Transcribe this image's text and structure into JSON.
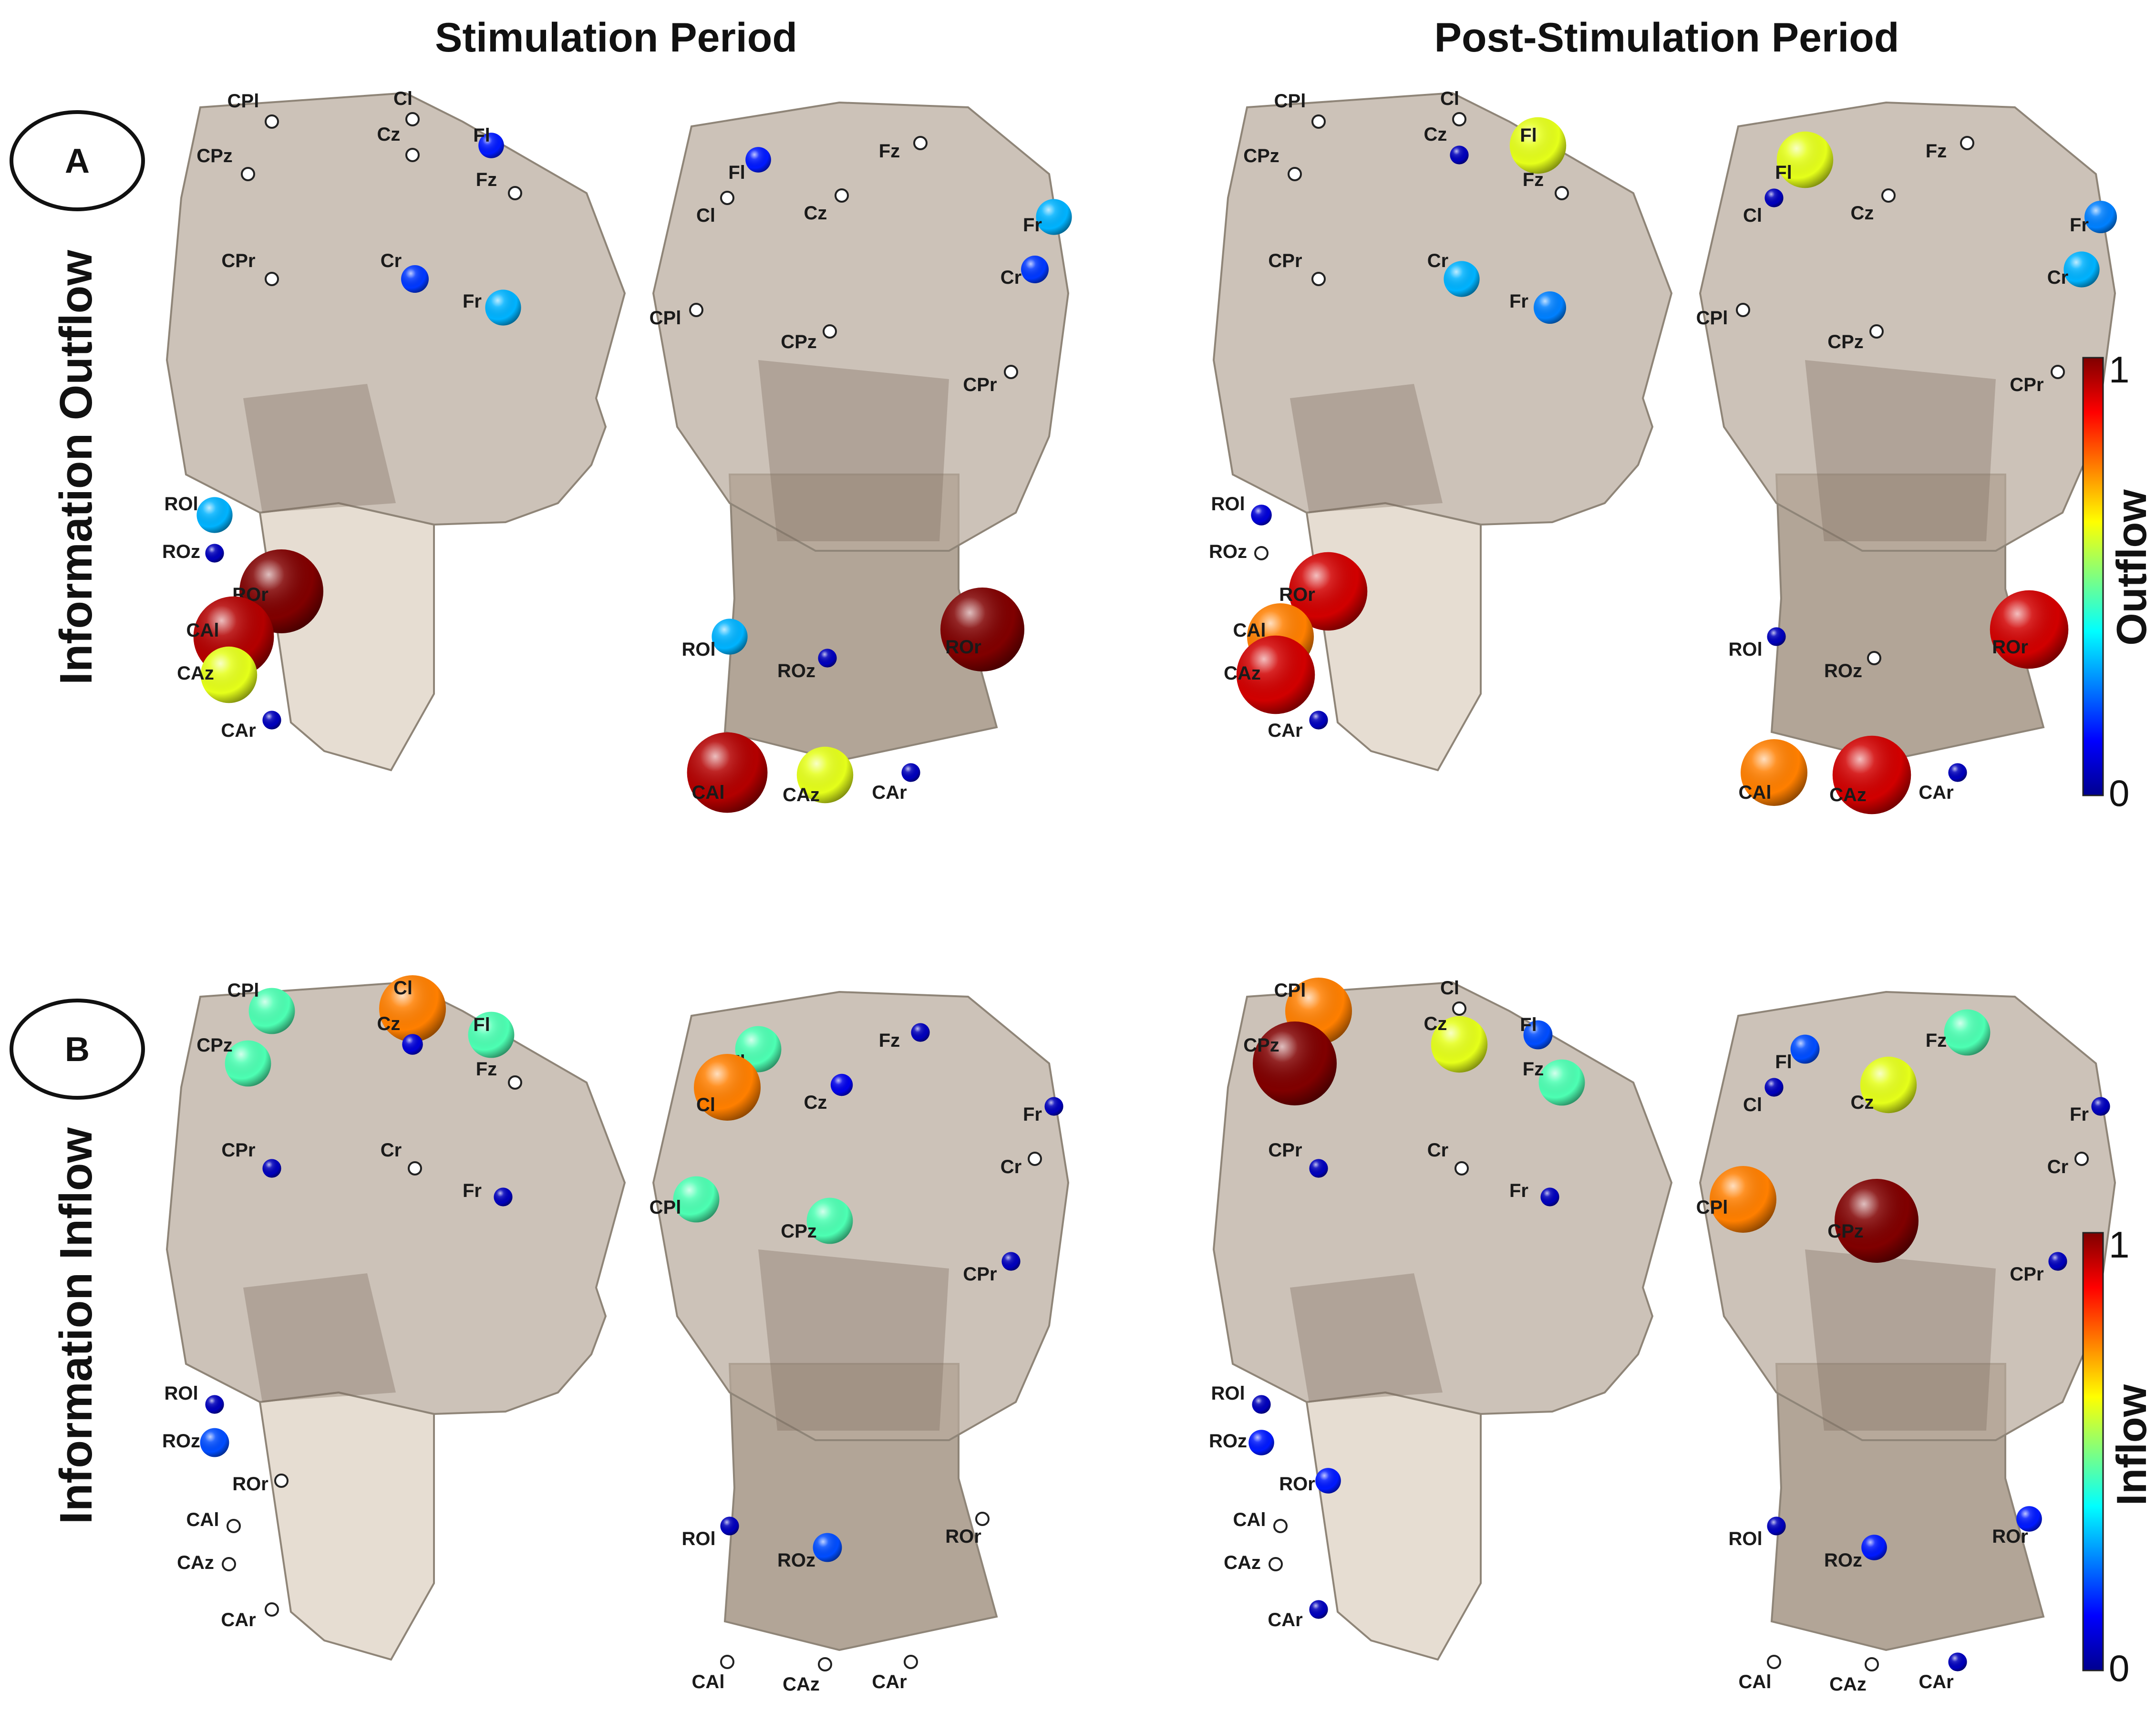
{
  "columns": [
    "Stimulation Period",
    "Post-Stimulation Period"
  ],
  "rows": [
    {
      "letter": "A",
      "label": "Information Outflow",
      "colorbar_label": "Outflow"
    },
    {
      "letter": "B",
      "label": "Information Inflow",
      "colorbar_label": "Inflow"
    }
  ],
  "colorbar": {
    "min": "0",
    "max": "1",
    "stops": [
      "#00008f",
      "#0000ff",
      "#00ffff",
      "#ffff00",
      "#ff7f00",
      "#ff0000",
      "#800000"
    ]
  },
  "colors": {
    "head": "#b8aa9c",
    "neck": "#e6ddd2",
    "label": "#1a1a1a",
    "unmarked": "#ffffff"
  },
  "electrodes_side": [
    "CPl",
    "Cl",
    "Cz",
    "Fl",
    "CPz",
    "Fz",
    "CPr",
    "Cr",
    "Fr",
    "ROl",
    "ROz",
    "ROr",
    "CAl",
    "CAz",
    "CAr"
  ],
  "electrodes_back": [
    "Fl",
    "Fz",
    "Cl",
    "Cz",
    "Fr",
    "Cr",
    "CPl",
    "CPz",
    "CPr",
    "ROl",
    "ROz",
    "ROr",
    "CAl",
    "CAz",
    "CAr"
  ],
  "panels": [
    {
      "id": "A-stim",
      "side": {
        "CPl": null,
        "Cl": null,
        "Cz": null,
        "Fl": 0.15,
        "CPz": null,
        "Fz": null,
        "CPr": null,
        "Cr": 0.18,
        "Fr": 0.3,
        "ROl": 0.3,
        "ROz": 0.05,
        "ROr": 1.0,
        "CAl": 0.95,
        "CAz": 0.6,
        "CAr": 0.05
      },
      "back": {
        "Fl": 0.15,
        "Fz": null,
        "Cl": null,
        "Cz": null,
        "Fr": 0.3,
        "Cr": 0.18,
        "CPl": null,
        "CPz": null,
        "CPr": null,
        "ROl": 0.3,
        "ROz": 0.05,
        "ROr": 1.0,
        "CAl": 0.95,
        "CAz": 0.6,
        "CAr": 0.05
      }
    },
    {
      "id": "A-post",
      "side": {
        "CPl": null,
        "Cl": null,
        "Cz": 0.05,
        "Fl": 0.6,
        "CPz": null,
        "Fz": null,
        "CPr": null,
        "Cr": 0.3,
        "Fr": 0.25,
        "ROl": 0.08,
        "ROz": null,
        "ROr": 0.92,
        "CAl": 0.75,
        "CAz": 0.92,
        "CAr": 0.05
      },
      "back": {
        "Fl": 0.6,
        "Fz": null,
        "Cl": 0.05,
        "Cz": null,
        "Fr": 0.25,
        "Cr": 0.3,
        "CPl": null,
        "CPz": null,
        "CPr": null,
        "ROl": 0.05,
        "ROz": null,
        "ROr": 0.92,
        "CAl": 0.75,
        "CAz": 0.92,
        "CAr": 0.05
      }
    },
    {
      "id": "B-stim",
      "side": {
        "CPl": 0.45,
        "Cl": 0.75,
        "Cz": 0.08,
        "Fl": 0.45,
        "CPz": 0.45,
        "Fz": null,
        "CPr": 0.05,
        "Cr": null,
        "Fr": 0.05,
        "ROl": 0.05,
        "ROz": 0.2,
        "ROr": null,
        "CAl": null,
        "CAz": null,
        "CAr": null
      },
      "back": {
        "Fl": 0.45,
        "Fz": 0.05,
        "Cl": 0.75,
        "Cz": 0.1,
        "Fr": 0.05,
        "Cr": null,
        "CPl": 0.45,
        "CPz": 0.45,
        "CPr": 0.05,
        "ROl": 0.05,
        "ROz": 0.2,
        "ROr": null,
        "CAl": null,
        "CAz": null,
        "CAr": null
      }
    },
    {
      "id": "B-post",
      "side": {
        "CPl": 0.75,
        "Cl": null,
        "Cz": 0.6,
        "Fl": 0.2,
        "CPz": 1.0,
        "Fz": 0.45,
        "CPr": 0.05,
        "Cr": null,
        "Fr": 0.05,
        "ROl": 0.05,
        "ROz": 0.15,
        "ROr": 0.15,
        "CAl": null,
        "CAz": null,
        "CAr": 0.05
      },
      "back": {
        "Fl": 0.2,
        "Fz": 0.45,
        "Cl": 0.05,
        "Cz": 0.6,
        "Fr": 0.05,
        "Cr": null,
        "CPl": 0.75,
        "CPz": 1.0,
        "CPr": 0.05,
        "ROl": 0.05,
        "ROz": 0.15,
        "ROr": 0.15,
        "CAl": null,
        "CAz": null,
        "CAr": 0.05
      }
    }
  ]
}
